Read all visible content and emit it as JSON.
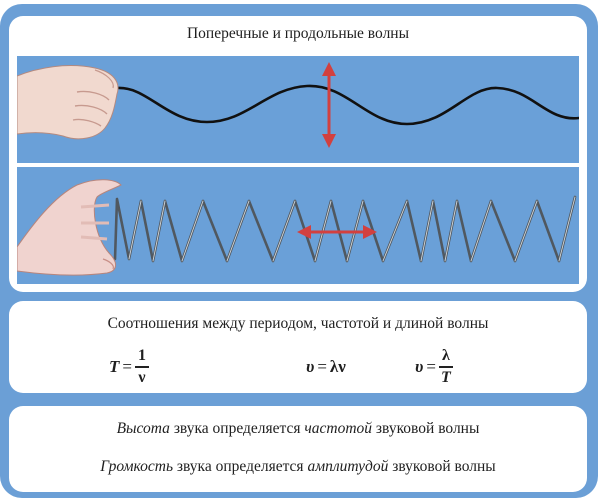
{
  "colors": {
    "frame_blue": "#6b9fd6",
    "strip_blue": "#6aa0d8",
    "panel_white": "#ffffff",
    "arrow_red": "#d2403f",
    "rope_black": "#111111",
    "spring_metal": "#8a8f96"
  },
  "waves_panel": {
    "title": "Поперечные и продольные волны",
    "transverse_strip": {
      "description": "Hand shaking a rope producing a transverse wave",
      "icons": [
        "hand-icon",
        "rope-wave",
        "vertical-double-arrow-icon"
      ]
    },
    "longitudinal_strip": {
      "description": "Hand pushing a spring producing a longitudinal wave with compressions",
      "icons": [
        "hand-icon",
        "spring-coil",
        "horizontal-double-arrow-icon"
      ]
    }
  },
  "relations_panel": {
    "title": "Соотношения между периодом, частотой и длиной волны",
    "formulas": [
      {
        "lhs": "T",
        "eq": "=",
        "num": "1",
        "den": "ν"
      },
      {
        "lhs": "υ",
        "eq": "=",
        "rhs": "λν"
      },
      {
        "lhs": "υ",
        "eq": "=",
        "num": "λ",
        "den": "T"
      }
    ]
  },
  "sound_panel": {
    "sentences": [
      {
        "em1": "Высота",
        "mid": " звука определяется ",
        "em2": "частотой",
        "tail": " звуковой волны"
      },
      {
        "em1": "Громкость",
        "mid": " звука определяется ",
        "em2": "амплитудой",
        "tail": " звуковой волны"
      }
    ]
  }
}
